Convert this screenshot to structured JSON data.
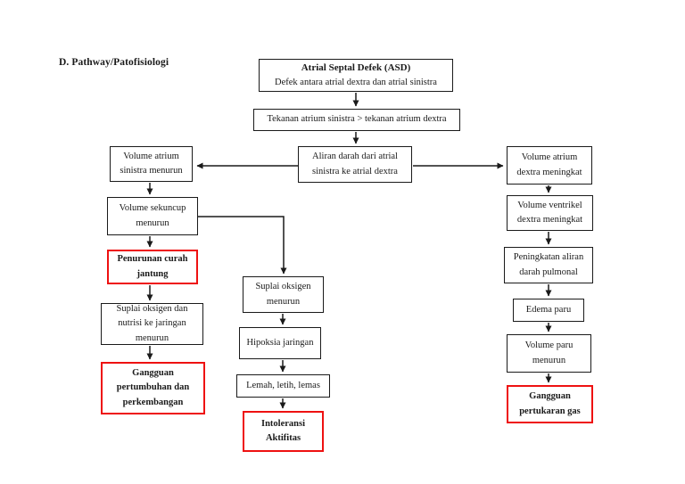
{
  "page": {
    "heading": "D. Pathway/Patofisiologi"
  },
  "nodes": {
    "asd": {
      "title": "Atrial Septal Defek (ASD)",
      "subtitle": "Defek antara atrial dextra dan atrial sinistra"
    },
    "tekanan": {
      "text": "Tekanan atrium sinistra > tekanan atrium dextra"
    },
    "aliran": {
      "text": "Aliran darah dari atrial sinistra ke atrial dextra"
    },
    "vol_atrium_sinistra": {
      "text": "Volume atrium sinistra menurun"
    },
    "vol_atrium_dextra": {
      "text": "Volume atrium dextra meningkat"
    },
    "vol_sekuncup": {
      "text": "Volume sekuncup menurun"
    },
    "penurunan_curah": {
      "text": "Penurunan curah jantung"
    },
    "suplai_nutrisi": {
      "text": "Suplai oksigen dan nutrisi ke jaringan menurun"
    },
    "gangguan_tumbuh": {
      "text": "Gangguan pertumbuhan dan perkembangan"
    },
    "suplai_oksigen": {
      "text": "Suplai oksigen menurun"
    },
    "hipoksia": {
      "text": "Hipoksia jaringan"
    },
    "lemah": {
      "text": "Lemah, letih, lemas"
    },
    "intoleransi": {
      "text": "Intoleransi Aktifitas"
    },
    "vol_ventrikel": {
      "text": "Volume ventrikel dextra meningkat"
    },
    "peningkatan_aliran": {
      "text": "Peningkatan aliran darah pulmonal"
    },
    "edema_paru": {
      "text": "Edema paru"
    },
    "vol_paru": {
      "text": "Volume paru menurun"
    },
    "gangguan_gas": {
      "text": "Gangguan pertukaran gas"
    }
  },
  "colors": {
    "box_border": "#1a1a1a",
    "highlight_border": "#ee1111",
    "text": "#1a1a1a",
    "background": "#ffffff"
  }
}
